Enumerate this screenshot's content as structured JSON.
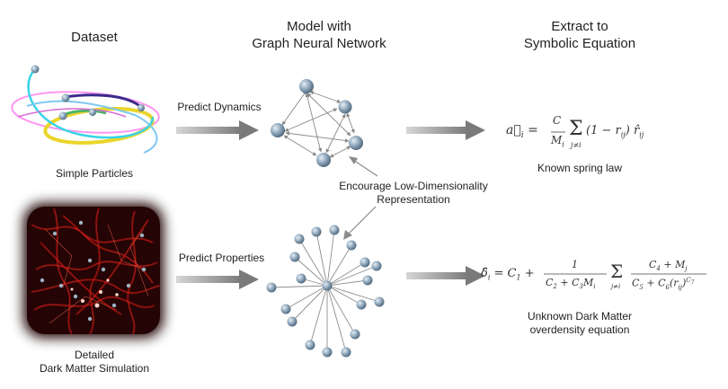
{
  "headers": {
    "dataset": "Dataset",
    "model_line1": "Model with",
    "model_line2": "Graph Neural Network",
    "extract_line1": "Extract to",
    "extract_line2": "Symbolic Equation"
  },
  "top_row": {
    "image_caption": "Simple Particles",
    "arrow_label": "Predict Dynamics",
    "equation": "a⃗ᵢ = C / Mᵢ Σ (1 − rᵢⱼ) r̂ᵢⱼ",
    "equation_caption": "Known spring law"
  },
  "middle_note": {
    "line1": "Encourage Low-Dimensionality",
    "line2": "Representation"
  },
  "bottom_row": {
    "image_caption_line1": "Detailed",
    "image_caption_line2": "Dark Matter Simulation",
    "arrow_label": "Predict Properties",
    "equation": "δ̂ᵢ = C₁ + 1/(C₂ + C₃Mᵢ) Σ (C₄ + Mⱼ)/(C₅ + C₆(rᵢⱼ)^C₇)",
    "equation_caption_line1": "Unknown Dark Matter",
    "equation_caption_line2": "overdensity equation"
  },
  "colors": {
    "arrow_gray": "#8a8a8a",
    "node_blue": "#8aa3b8",
    "dark_matter_red": "#e8201a"
  }
}
